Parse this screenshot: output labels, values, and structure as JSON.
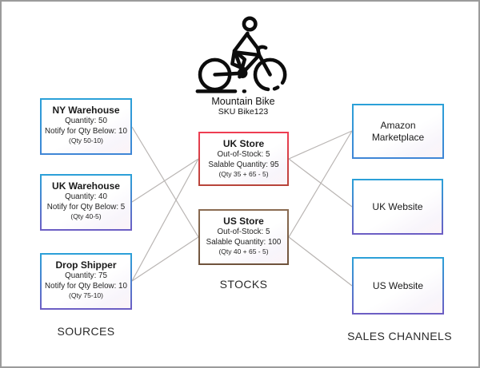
{
  "product": {
    "name": "Mountain Bike",
    "sku": "SKU Bike123",
    "icon": "bicycle-icon"
  },
  "sources": {
    "label": "SOURCES",
    "items": [
      {
        "title": "NY Warehouse",
        "line1": "Quantity: 50",
        "line2": "Notify for Qty Below: 10",
        "line3": "(Qty 50-10)"
      },
      {
        "title": "UK Warehouse",
        "line1": "Quantity: 40",
        "line2": "Notify for Qty Below: 5",
        "line3": "(Qty 40-5)"
      },
      {
        "title": "Drop Shipper",
        "line1": "Quantity: 75",
        "line2": "Notify for Qty Below: 10",
        "line3": "(Qty 75-10)"
      }
    ]
  },
  "stocks": {
    "label": "STOCKS",
    "items": [
      {
        "title": "UK Store",
        "line1": "Out-of-Stock: 5",
        "line2": "Salable Quantity: 95",
        "line3": "(Qty 35 + 65 - 5)"
      },
      {
        "title": "US Store",
        "line1": "Out-of-Stock: 5",
        "line2": "Salable Quantity: 100",
        "line3": "(Qty 40 + 65 - 5)"
      }
    ]
  },
  "sales_channels": {
    "label": "SALES CHANNELS",
    "items": [
      {
        "title": "Amazon Marketplace"
      },
      {
        "title": "UK Website"
      },
      {
        "title": "US Website"
      }
    ]
  },
  "edges": [
    {
      "from": "NY Warehouse",
      "to": "US Store"
    },
    {
      "from": "UK Warehouse",
      "to": "UK Store"
    },
    {
      "from": "Drop Shipper",
      "to": "UK Store"
    },
    {
      "from": "Drop Shipper",
      "to": "US Store"
    },
    {
      "from": "UK Store",
      "to": "Amazon Marketplace"
    },
    {
      "from": "UK Store",
      "to": "UK Website"
    },
    {
      "from": "US Store",
      "to": "Amazon Marketplace"
    },
    {
      "from": "US Store",
      "to": "US Website"
    }
  ],
  "colors": {
    "border_blue_top": "#2ba0d8",
    "border_blue_bottom": "#6c5ec4",
    "border_red": "#ef3d52",
    "border_brown": "#8a6b52",
    "connector_gray": "#b9b5b3",
    "icon_black": "#0c0c0c",
    "frame_border": "#9b9b9b"
  }
}
